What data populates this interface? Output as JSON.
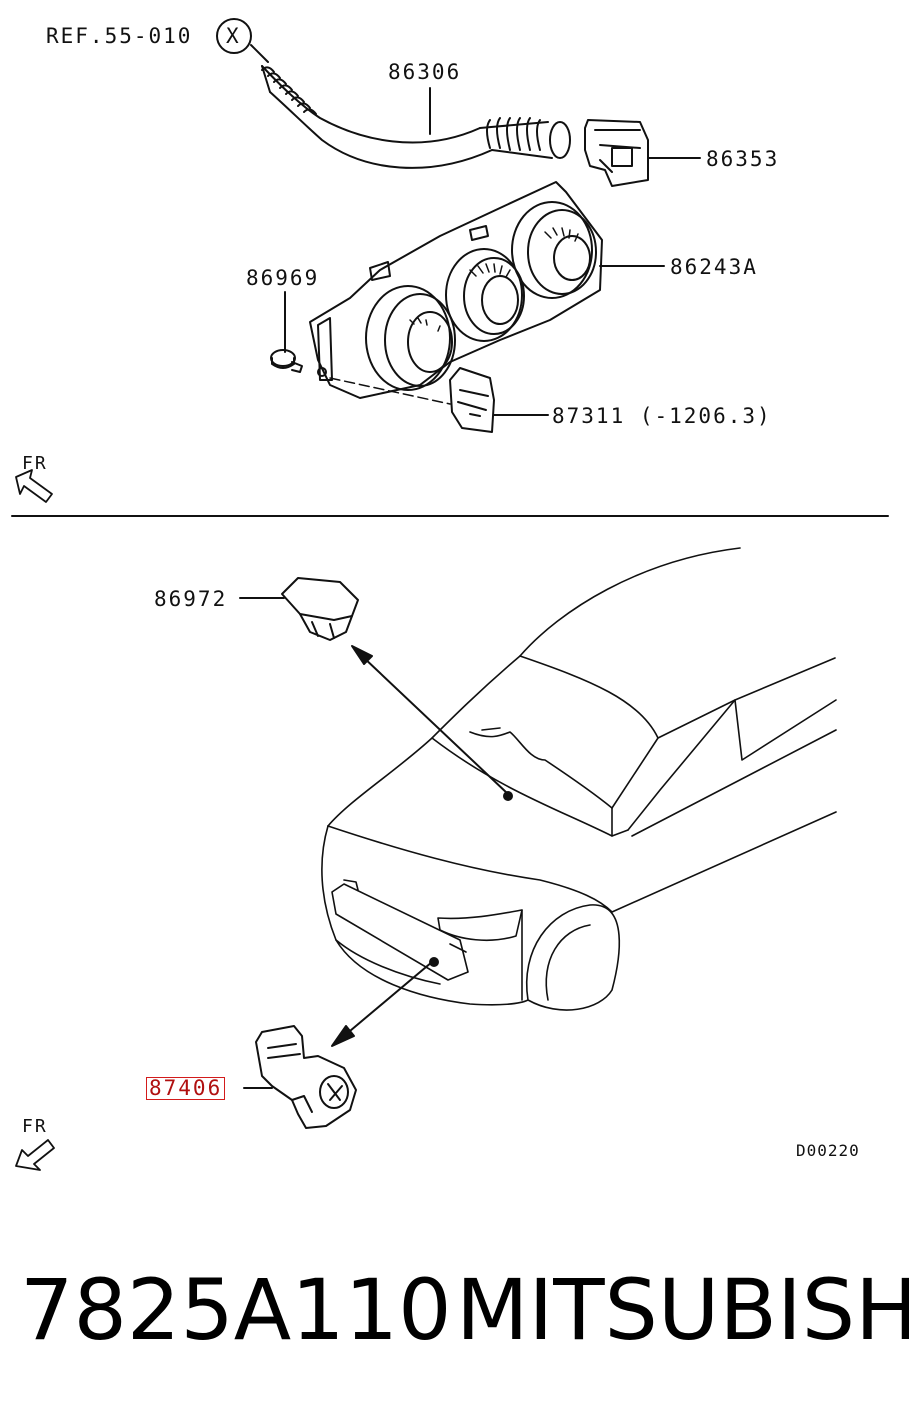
{
  "top_section": {
    "ref_label": "REF.55-010",
    "ref_circle": "X",
    "parts": [
      {
        "number": "86306"
      },
      {
        "number": "86353"
      },
      {
        "number": "86243A"
      },
      {
        "number": "86969"
      },
      {
        "number": "87311 (-1206.3)"
      }
    ],
    "fr_label": "FR"
  },
  "bottom_section": {
    "parts": [
      {
        "number": "86972"
      },
      {
        "number": "87406",
        "highlighted": true
      }
    ],
    "fr_label": "FR",
    "diagram_code": "D00220"
  },
  "footer": {
    "part_number": "7825A110",
    "brand": "MITSUBISHI"
  },
  "colors": {
    "line": "#111111",
    "highlight": "#d31b1b"
  }
}
